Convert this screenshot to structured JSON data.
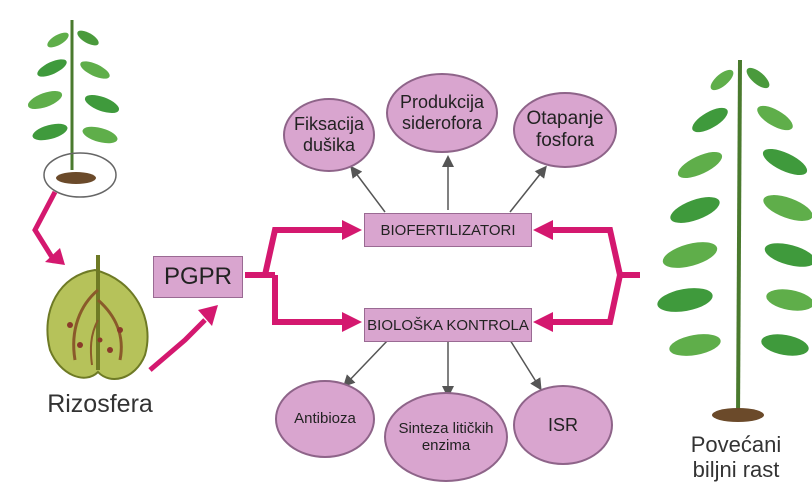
{
  "labels": {
    "rizosfera": "Rizosfera",
    "povecani_rast": "Povećani\nbiljni rast",
    "pgpr": "PGPR",
    "biofertilizatori": "BIOFERTILIZATORI",
    "bioloska_kontrola": "BIOLOŠKA KONTROLA"
  },
  "top_ovals": [
    {
      "text": "Fiksacija\ndušika"
    },
    {
      "text": "Produkcija\nsiderofora"
    },
    {
      "text": "Otapanje\nfosfora"
    }
  ],
  "bottom_ovals": [
    {
      "text": "Antibioza"
    },
    {
      "text": "Sinteza litičkih\nenzima"
    },
    {
      "text": "ISR"
    }
  ],
  "colors": {
    "arrow_magenta": "#d4186f",
    "box_fill": "#d9a5cf",
    "leaf_green": "#3f9a3c",
    "root_brown": "#7a5a2e"
  }
}
